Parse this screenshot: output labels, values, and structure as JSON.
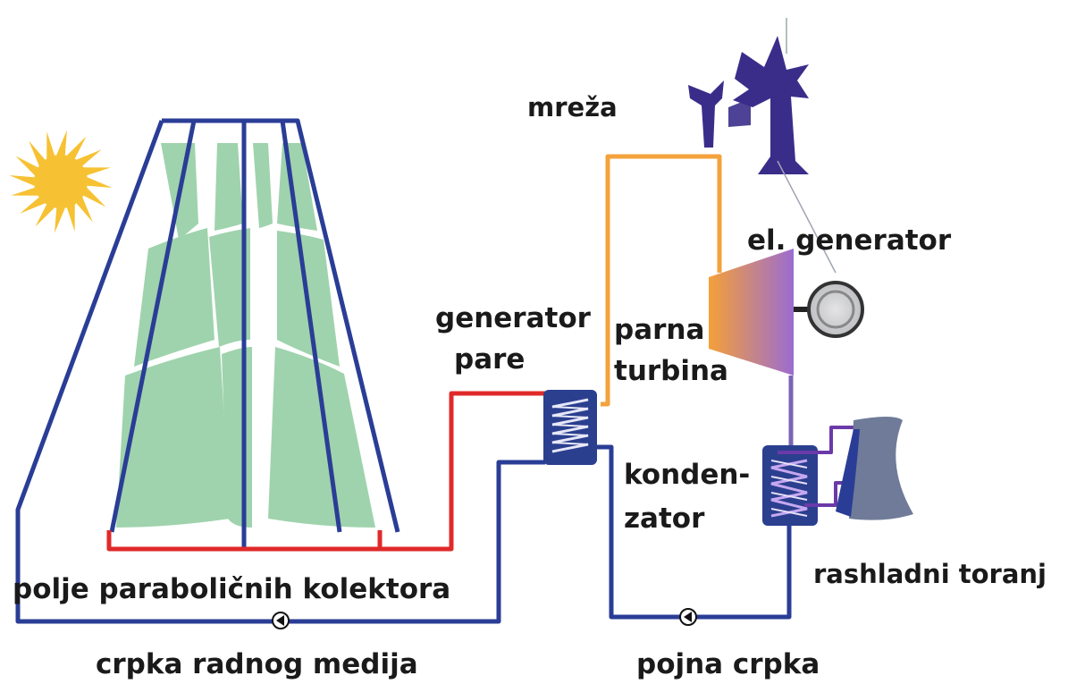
{
  "labels": {
    "grid": "mreža",
    "el_generator": "el. generator",
    "steam_generator_1": "generator",
    "steam_generator_2": "pare",
    "steam_turbine_1": "parna",
    "steam_turbine_2": "turbina",
    "condenser_1": "konden-",
    "condenser_2": "zator",
    "cooling_tower": "rashladni toranj",
    "collector_field": "polje paraboličnih kolektora",
    "working_fluid_pump": "crpka radnog medija",
    "feed_pump": "pojna crpka"
  },
  "colors": {
    "cold_loop": "#2a3d96",
    "hot_loop": "#e02a2a",
    "steam_line": "#f3a23c",
    "condensate_line": "#7b64b4",
    "cooling_line": "#6a3aa8",
    "collector": "#9fd3ad",
    "sun": "#f6c233",
    "heat_exchanger": "#2b3f8f",
    "generator_body": "#cfd0d2",
    "tower": "#6f7b98",
    "pylon": "#3a2d8a"
  },
  "icons": {
    "sun": "sun-icon",
    "pylons": "transmission-tower-icon",
    "pumps": "pump-icon",
    "turbine": "turbine-icon",
    "generator": "generator-icon",
    "cooling_tower": "cooling-tower-icon"
  }
}
